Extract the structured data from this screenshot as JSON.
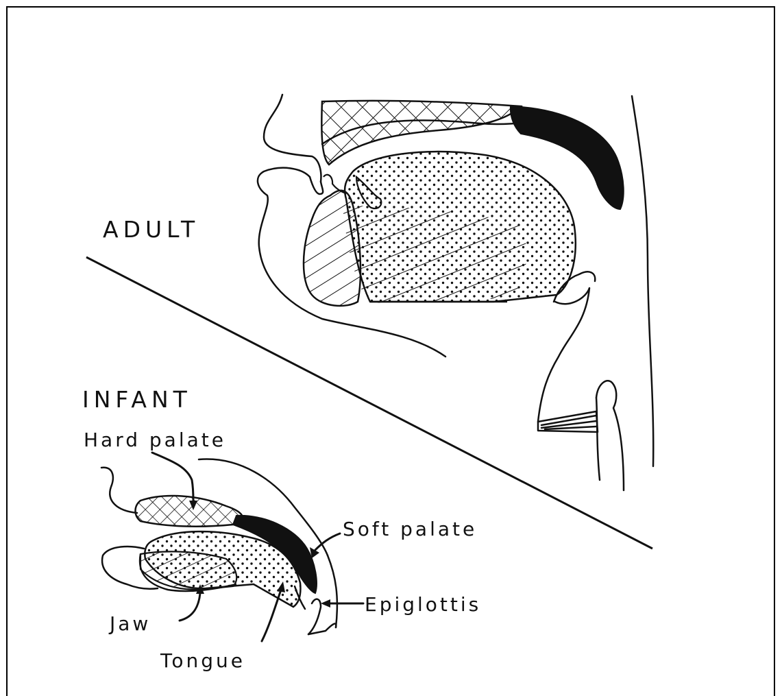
{
  "diagram": {
    "adult_label": "ADULT",
    "infant_label": "INFANT",
    "annotations": {
      "hard_palate": "Hard palate",
      "soft_palate": "Soft palate",
      "epiglottis": "Epiglottis",
      "jaw": "Jaw",
      "tongue": "Tongue"
    },
    "colors": {
      "ink": "#111111",
      "background": "#ffffff"
    }
  }
}
